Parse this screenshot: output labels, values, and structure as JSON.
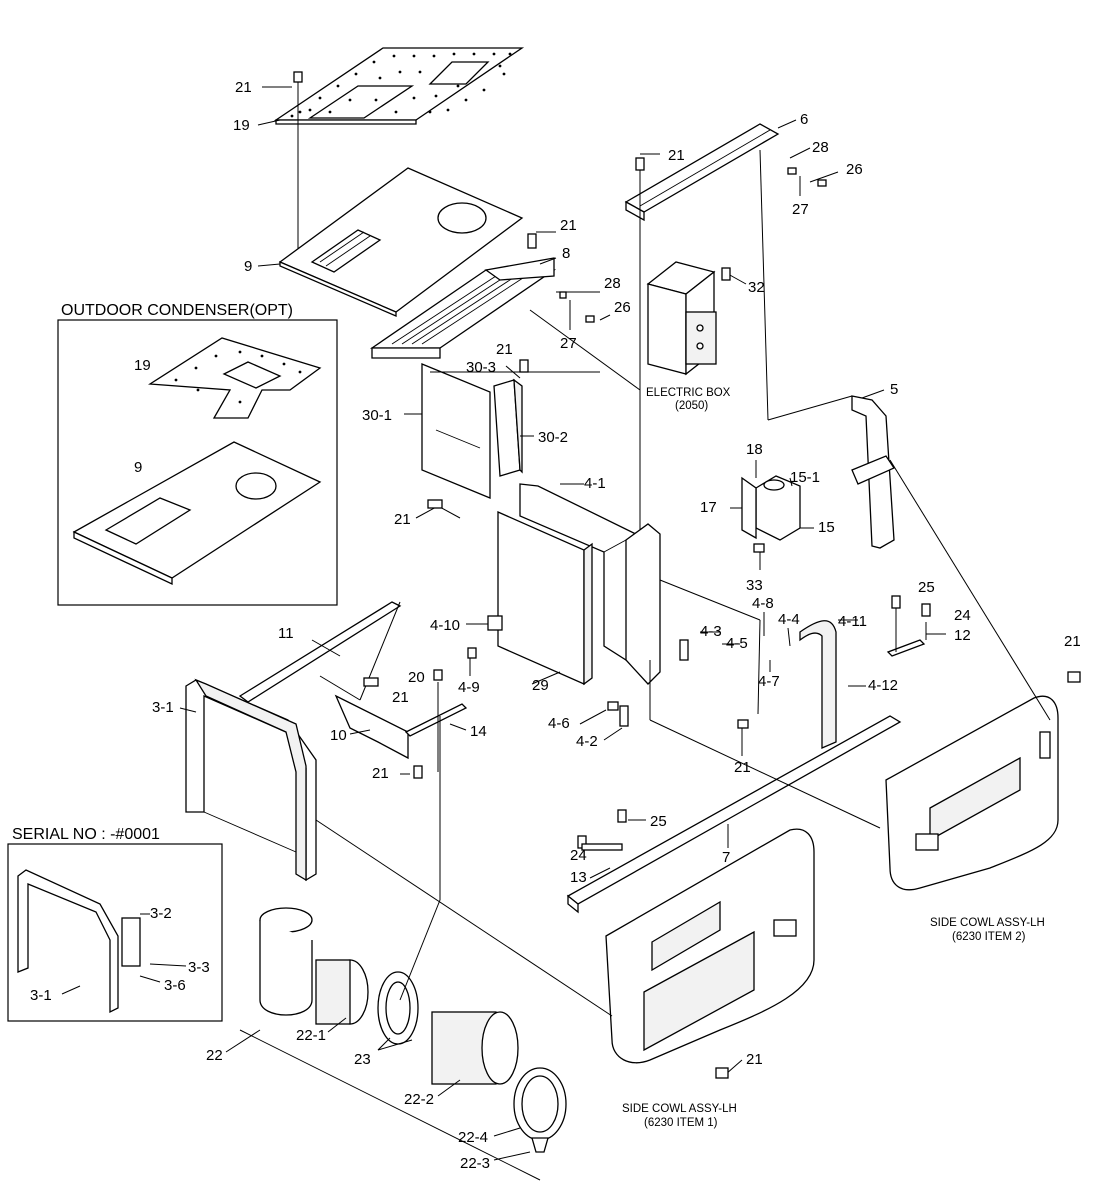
{
  "boxes": {
    "outdoor_condenser": "OUTDOOR CONDENSER(OPT)",
    "serial_no": "SERIAL NO : -#0001"
  },
  "captions": {
    "electric_box": [
      "ELECTRIC BOX",
      "(2050)"
    ],
    "side_cowl_item1": [
      "SIDE COWL ASSY-LH",
      "(6230 ITEM 1)"
    ],
    "side_cowl_item2": [
      "SIDE COWL ASSY-LH",
      "(6230 ITEM 2)"
    ]
  },
  "callouts": {
    "c21_top": "21",
    "c19_top": "19",
    "c9_top": "9",
    "c21_plate": "21",
    "c8": "8",
    "c28_a": "28",
    "c26_a": "26",
    "c27_a": "27",
    "c21_rail": "21",
    "c6": "6",
    "c28_b": "28",
    "c26_b": "26",
    "c27_b": "27",
    "c32": "32",
    "c19_opt": "19",
    "c9_opt": "9",
    "c21_303": "21",
    "c30_3": "30-3",
    "c30_1": "30-1",
    "c30_2": "30-2",
    "c21_mid": "21",
    "c4_1": "4-1",
    "c5": "5",
    "c18": "18",
    "c15_1": "15-1",
    "c17": "17",
    "c15": "15",
    "c33": "33",
    "c11": "11",
    "c4_10": "4-10",
    "c4_8": "4-8",
    "c4_4": "4-4",
    "c4_11": "4-11",
    "c25_a": "25",
    "c24_a": "24",
    "c12": "12",
    "c4_3": "4-3",
    "c4_5": "4-5",
    "c4_9": "4-9",
    "c4_7": "4-7",
    "c20": "20",
    "c21_10": "21",
    "c29": "29",
    "c4_12": "4-12",
    "c21_right": "21",
    "c3_1": "3-1",
    "c10": "10",
    "c14": "14",
    "c4_6": "4-6",
    "c4_2": "4-2",
    "c21_low": "21",
    "c21_rail7": "21",
    "c25_b": "25",
    "c7": "7",
    "c24_b": "24",
    "c13": "13",
    "c3_2": "3-2",
    "c3_3": "3-3",
    "c3_6": "3-6",
    "c3_1_ser": "3-1",
    "c22_1": "22-1",
    "c23": "23",
    "c22": "22",
    "c22_2": "22-2",
    "c22_4": "22-4",
    "c22_3": "22-3",
    "c21_cowl": "21"
  }
}
